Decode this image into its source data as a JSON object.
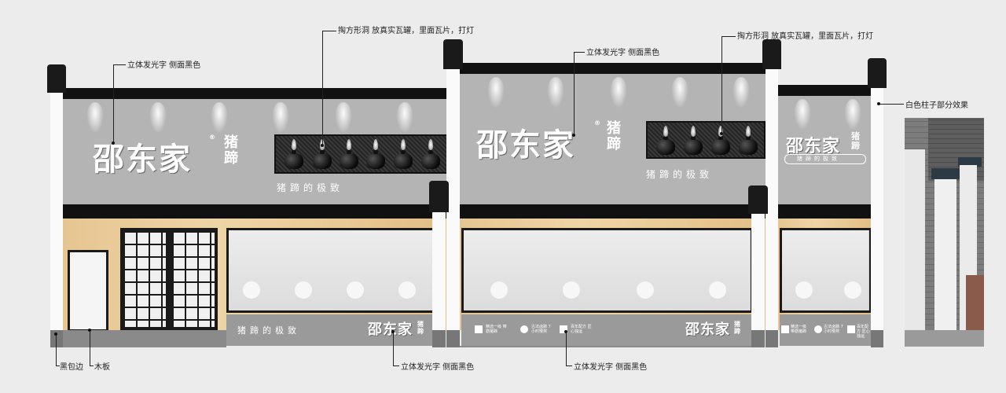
{
  "annotations": {
    "niche_left": "掏方形洞 放真实瓦罐，里面瓦片，打灯",
    "niche_right": "掏方形洞 放真实瓦罐，里面瓦片，打灯",
    "sign_left": "立体发光字 侧面黑色",
    "sign_mid": "立体发光字 侧面黑色",
    "pillar_effect": "白色柱子部分效果",
    "black_trim": "黑包边",
    "wood_board": "木板",
    "lower_sign_left": "立体发光字 侧面黑色",
    "lower_sign_mid": "立体发光字 侧面黑色"
  },
  "brand": {
    "name": "邵东家",
    "sub": "猪蹄",
    "registered": "®",
    "slogan": "猪蹄的极致"
  },
  "badges": [
    {
      "icon": "n-logo-icon",
      "text": "精选一级 带筋猪蹄"
    },
    {
      "icon": "pot-icon",
      "text": "古法卤蹄 7小时慢熬"
    },
    {
      "icon": "clock-icon",
      "text": "百年配方 匠心独运"
    }
  ],
  "colors": {
    "facade": "#b4b4b4",
    "trim": "#111111",
    "wood": "#e6c592",
    "pillar": "#fafafa"
  }
}
